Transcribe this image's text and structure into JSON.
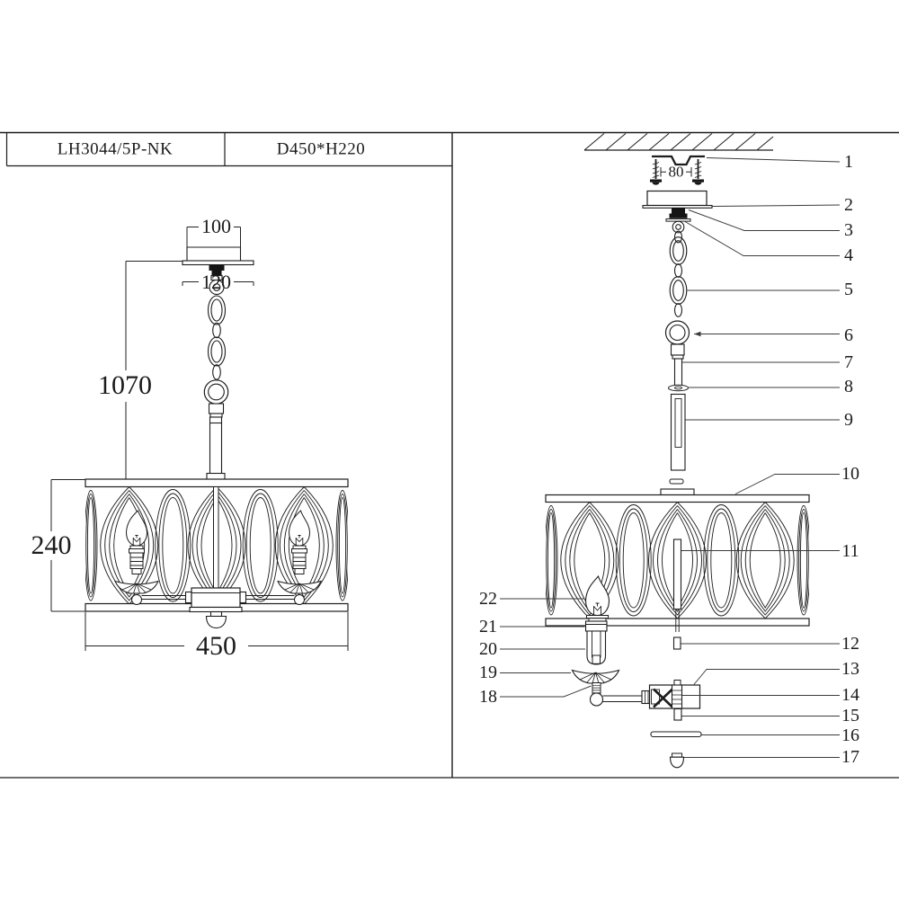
{
  "header": {
    "model": "LH3044/5P-NK",
    "size_code": "D450*H220"
  },
  "front_view": {
    "dim_canopy_top_width": "100",
    "dim_canopy_width": "120",
    "dim_hanging_height": "1070",
    "dim_shade_height": "240",
    "dim_shade_diameter": "450"
  },
  "exploded_view": {
    "dim_screw_spacing": "80",
    "callouts_right": [
      {
        "n": "1"
      },
      {
        "n": "2"
      },
      {
        "n": "3"
      },
      {
        "n": "4"
      },
      {
        "n": "5"
      },
      {
        "n": "6"
      },
      {
        "n": "7"
      },
      {
        "n": "8"
      },
      {
        "n": "9"
      },
      {
        "n": "10"
      },
      {
        "n": "11"
      },
      {
        "n": "12"
      },
      {
        "n": "13"
      },
      {
        "n": "14"
      },
      {
        "n": "15"
      },
      {
        "n": "16"
      },
      {
        "n": "17"
      }
    ],
    "callouts_left": [
      {
        "n": "22"
      },
      {
        "n": "21"
      },
      {
        "n": "20"
      },
      {
        "n": "19"
      },
      {
        "n": "18"
      }
    ]
  }
}
